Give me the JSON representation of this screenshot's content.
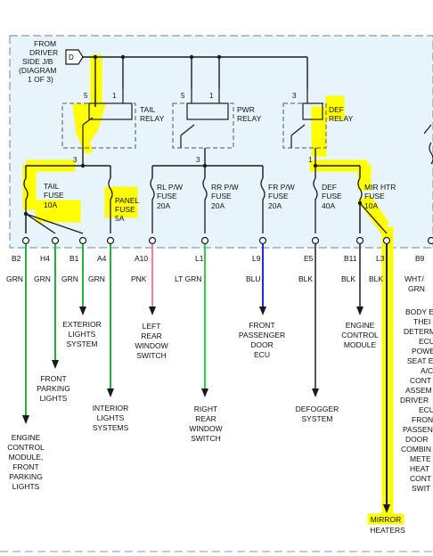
{
  "source": {
    "lines": [
      "FROM",
      "DRIVER",
      "SIDE J/B",
      "(DIAGRAM",
      "1 OF 3)"
    ],
    "pin_label": "D"
  },
  "relays": [
    {
      "id": "tail",
      "lines": [
        "TAIL",
        "RELAY"
      ],
      "pin_top_left": "5",
      "pin_top_right": "1",
      "pin_bottom": "3"
    },
    {
      "id": "pwr",
      "lines": [
        "PWR",
        "RELAY"
      ],
      "pin_top_left": "5",
      "pin_top_right": "1",
      "pin_bottom": "3"
    },
    {
      "id": "def",
      "lines": [
        "DEF",
        "RELAY"
      ],
      "pin_top_left": "3",
      "pin_bottom": "1"
    }
  ],
  "fuses": [
    {
      "id": "tail",
      "lines": [
        "TAIL",
        "FUSE",
        "10A"
      ]
    },
    {
      "id": "panel",
      "lines": [
        "PANEL",
        "FUSE",
        "5A"
      ]
    },
    {
      "id": "rl",
      "lines": [
        "RL P/W",
        "FUSE",
        "20A"
      ]
    },
    {
      "id": "rr",
      "lines": [
        "RR P/W",
        "FUSE",
        "20A"
      ]
    },
    {
      "id": "fr",
      "lines": [
        "FR P/W",
        "FUSE",
        "20A"
      ]
    },
    {
      "id": "def",
      "lines": [
        "DEF",
        "FUSE",
        "40A"
      ]
    },
    {
      "id": "mirror",
      "lines": [
        "MIR HTR",
        "FUSE",
        "10A"
      ]
    }
  ],
  "connectors": [
    {
      "pin": "B2",
      "wire": "GRN"
    },
    {
      "pin": "H4",
      "wire": "GRN"
    },
    {
      "pin": "B1",
      "wire": "GRN"
    },
    {
      "pin": "A4",
      "wire": "GRN"
    },
    {
      "pin": "A10",
      "wire": "PNK"
    },
    {
      "pin": "L1",
      "wire": "LT GRN"
    },
    {
      "pin": "L9",
      "wire": "BLU"
    },
    {
      "pin": "E5",
      "wire": "BLK"
    },
    {
      "pin": "B11",
      "wire": "BLK"
    },
    {
      "pin": "L3",
      "wire": "BLK"
    },
    {
      "pin": "B9",
      "wire_lines": [
        "WHT/",
        "GRN"
      ]
    }
  ],
  "destinations": [
    {
      "id": "ecm_front_parking",
      "lines": [
        "ENGINE",
        "CONTROL",
        "MODULE,",
        "FRONT",
        "PARKING",
        "LIGHTS"
      ]
    },
    {
      "id": "front_parking",
      "lines": [
        "FRONT",
        "PARKING",
        "LIGHTS"
      ]
    },
    {
      "id": "exterior_lights",
      "lines": [
        "EXTERIOR",
        "LIGHTS",
        "SYSTEM"
      ]
    },
    {
      "id": "interior_lights",
      "lines": [
        "INTERIOR",
        "LIGHTS",
        "SYSTEMS"
      ]
    },
    {
      "id": "left_rear_switch",
      "lines": [
        "LEFT",
        "REAR",
        "WINDOW",
        "SWITCH"
      ]
    },
    {
      "id": "right_rear_switch",
      "lines": [
        "RIGHT",
        "REAR",
        "WINDOW",
        "SWITCH"
      ]
    },
    {
      "id": "front_pass_ecu",
      "lines": [
        "FRONT",
        "PASSENGER",
        "DOOR",
        "ECU"
      ]
    },
    {
      "id": "defogger",
      "lines": [
        "DEFOGGER",
        "SYSTEM"
      ]
    },
    {
      "id": "ecm",
      "lines": [
        "ENGINE",
        "CONTROL",
        "MODULE"
      ]
    },
    {
      "id": "mirror_heaters",
      "lines": [
        "MIRROR",
        "HEATERS"
      ]
    },
    {
      "id": "body_list",
      "lines": [
        "BODY E",
        "THEI",
        "DETERM",
        "ECU",
        "POWE",
        "SEAT E",
        "A/C",
        "CONT",
        "ASSEM",
        "DRIVER",
        "ECU",
        "FRON",
        "PASSEN",
        "DOOR",
        "COMBIN",
        "METE",
        "HEAT",
        "CONT",
        "SWIT"
      ]
    }
  ],
  "colors": {
    "box_fill": "#e8f4fb",
    "box_border": "#8a9aa3",
    "wire_black": "#1a1a1a",
    "wire_green": "#22b33a",
    "wire_pink": "#f07aa8",
    "wire_lt_green": "#2ed14a",
    "wire_blue": "#1f2fcf",
    "wire_gray": "#555555",
    "highlight": "#ffff00"
  }
}
